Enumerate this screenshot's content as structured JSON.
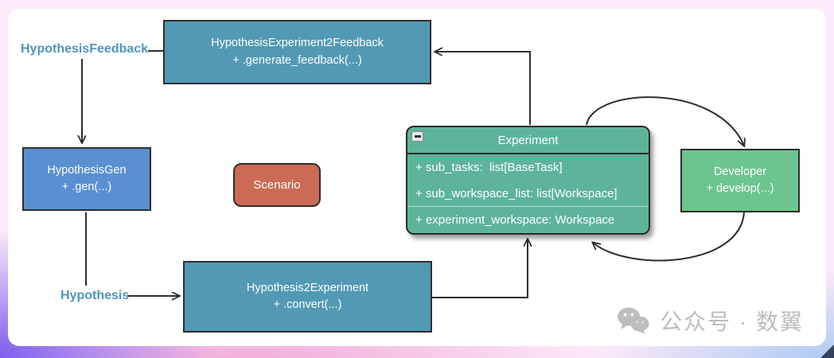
{
  "colors": {
    "framebg": "#fdeaf8",
    "purple": "#7d5ff0",
    "lightblue": "#aac9f3",
    "pink": "#f0a5d5",
    "teal": "#5299b5",
    "blue": "#5a8fd1",
    "salmon": "#cd6a55",
    "expgreen": "#5db49b",
    "devgreen": "#6cc48f",
    "labelblue": "#4e96bc",
    "watermarkgray": "#bdbdbd"
  },
  "labels": {
    "hypothesis_feedback": "HypothesisFeedback",
    "hypothesis": "Hypothesis"
  },
  "boxes": {
    "feedback_class": {
      "title": "HypothesisExperiment2Feedback",
      "method": "+ .generate_feedback(...)"
    },
    "hypothesis_gen": {
      "title": "HypothesisGen",
      "method": "+ .gen(...)"
    },
    "scenario": {
      "title": "Scenario"
    },
    "hypothesis2experiment": {
      "title": "Hypothesis2Experiment",
      "method": "+ .convert(...)"
    },
    "developer": {
      "title": "Developer",
      "method": "+ develop(...)"
    }
  },
  "experiment": {
    "title": "Experiment",
    "attributes": [
      "+ sub_tasks:  list[BaseTask]",
      "+ sub_workspace_list: list[Workspace]",
      "+ experiment_workspace: Workspace"
    ]
  },
  "watermark": {
    "text": "公众号 · 数翼"
  }
}
